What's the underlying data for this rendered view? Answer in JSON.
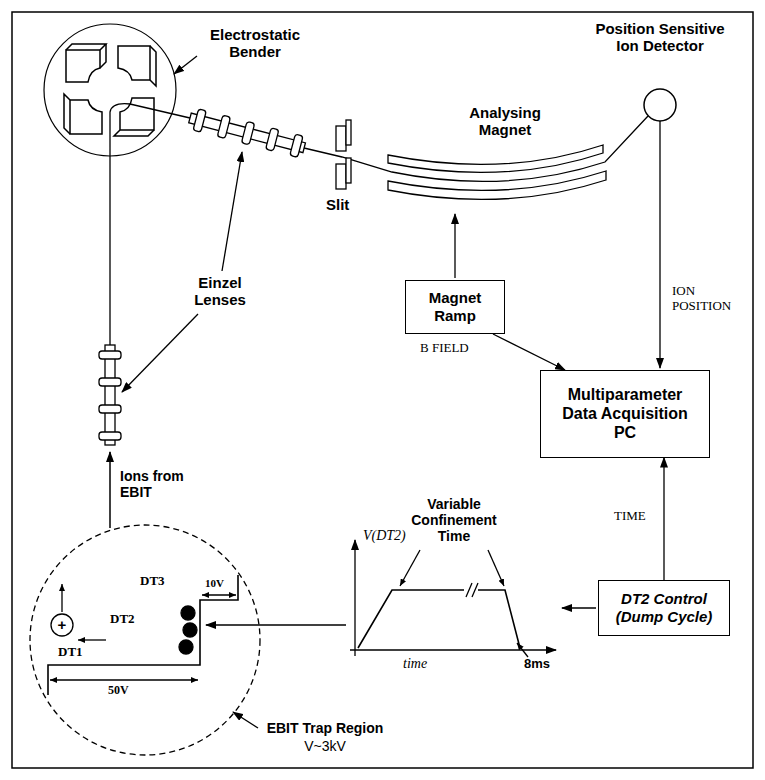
{
  "diagram": {
    "nodes": [
      {
        "text": [
          "Magnet Ramp"
        ]
      },
      {
        "text": [
          "Multiparameter Data Acquisition PC"
        ]
      },
      {
        "text": [
          "DT2 Control (Dump Cycle)"
        ]
      }
    ],
    "edges": [
      {
        "from": 0,
        "to": 1,
        "arrow": "to",
        "label": "B FIELD"
      },
      {
        "from": 2,
        "to": 1,
        "arrow": "to",
        "label": "TIME"
      }
    ],
    "labels": [
      "Electrostatic Bender",
      "Position Sensitive Ion Detector",
      "Analysing Magnet",
      "Einzel Lenses",
      "Slit",
      "ION POSITION",
      "Ions from EBIT",
      "DT3",
      "10V",
      "DT2",
      "+",
      "DT1",
      "50V",
      "V(DT2)",
      "Variable Confinement Time",
      "time",
      "8ms",
      "EBIT Trap Region",
      "V~3kV"
    ]
  }
}
